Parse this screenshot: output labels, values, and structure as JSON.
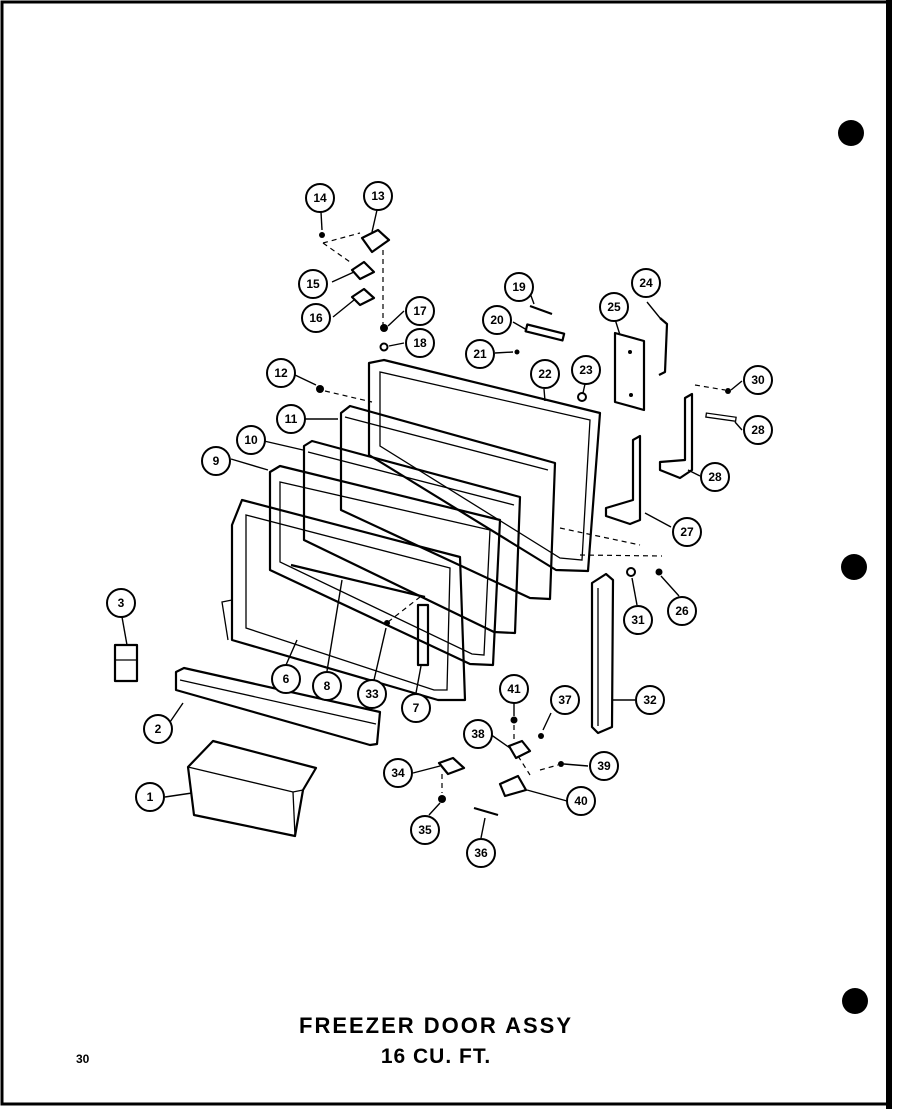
{
  "title": "FREEZER DOOR ASSY",
  "subtitle": "16 CU. FT.",
  "page_number": "30",
  "callouts": {
    "c1": "1",
    "c2": "2",
    "c3": "3",
    "c6": "6",
    "c7": "7",
    "c8": "8",
    "c9": "9",
    "c10": "10",
    "c11": "11",
    "c12": "12",
    "c13": "13",
    "c14": "14",
    "c15": "15",
    "c16": "16",
    "c17": "17",
    "c18": "18",
    "c19": "19",
    "c20": "20",
    "c21": "21",
    "c22": "22",
    "c23": "23",
    "c24": "24",
    "c25": "25",
    "c26": "26",
    "c27": "27",
    "c28": "28",
    "c29": "28",
    "c30": "30",
    "c31": "31",
    "c32": "32",
    "c33": "33",
    "c34": "34",
    "c35": "35",
    "c36": "36",
    "c37": "37",
    "c38": "38",
    "c39": "39",
    "c40": "40",
    "c41": "41"
  }
}
